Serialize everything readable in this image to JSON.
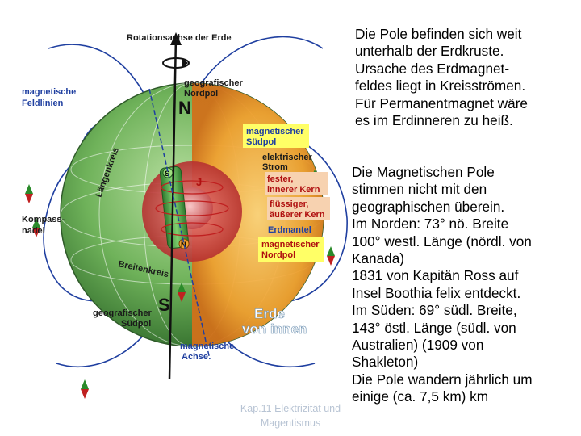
{
  "diagram": {
    "rotation_axis": "Rotationsachse der Erde",
    "magnetic_field_lines": [
      "magnetische",
      "Feldlinien"
    ],
    "geographic_north": [
      "geografischer",
      "Nordpol"
    ],
    "north_letter": "N",
    "magnetic_south": [
      "magnetischer",
      "Südpol"
    ],
    "electric_current": [
      "elektrischer",
      "Strom"
    ],
    "inner_core": [
      "fester,",
      "innerer Kern"
    ],
    "outer_core": [
      "flüssiger,",
      "äußerer Kern"
    ],
    "mantle": "Erdmantel",
    "magnetic_north": [
      "magnetischer",
      "Nordpol"
    ],
    "compass_needle": [
      "Kompass-",
      "nadel"
    ],
    "longitude_circle": "Längenkreis",
    "latitude_circle": "Breitenkreis",
    "geographic_south": [
      "geografischer",
      "Südpol"
    ],
    "south_letter": "S",
    "earth_interior": [
      "Erde",
      "von innen"
    ],
    "magnetic_axis": [
      "magnetische",
      "Achse"
    ],
    "current_symbol": "J",
    "core_n": "N",
    "core_s": "S",
    "colors": {
      "label_blue": "#1f3fa0",
      "highlight": "#ffff66",
      "field_line": "#1f3fa0",
      "mantle": "#f0a030",
      "globe": "#5aa04a"
    }
  },
  "text": {
    "paragraph1": [
      "Die Pole befinden sich weit",
      "unterhalb der Erdkruste.",
      "Ursache des Erdmagnet-",
      "feldes liegt in Kreisströmen.",
      "Für Permanentmagnet wäre",
      "es im Erdinneren zu heiß."
    ],
    "paragraph2": [
      "Die Magnetischen Pole",
      "stimmen nicht mit den",
      "geographischen überein.",
      "Im Norden: 73° nö. Breite",
      "100° westl. Länge (nördl. von",
      "Kanada)",
      "1831 von Kapitän Ross auf",
      "Insel Boothia felix entdeckt.",
      "Im Süden: 69° südl. Breite,",
      "143° östl. Länge (südl. von",
      "Australien)  (1909 von",
      "Shakleton)",
      "Die Pole wandern jährlich um",
      "einige (ca. 7,5 km) km"
    ]
  },
  "footer": [
    "Kap.11 Elektrizität und",
    "Magentismus"
  ]
}
